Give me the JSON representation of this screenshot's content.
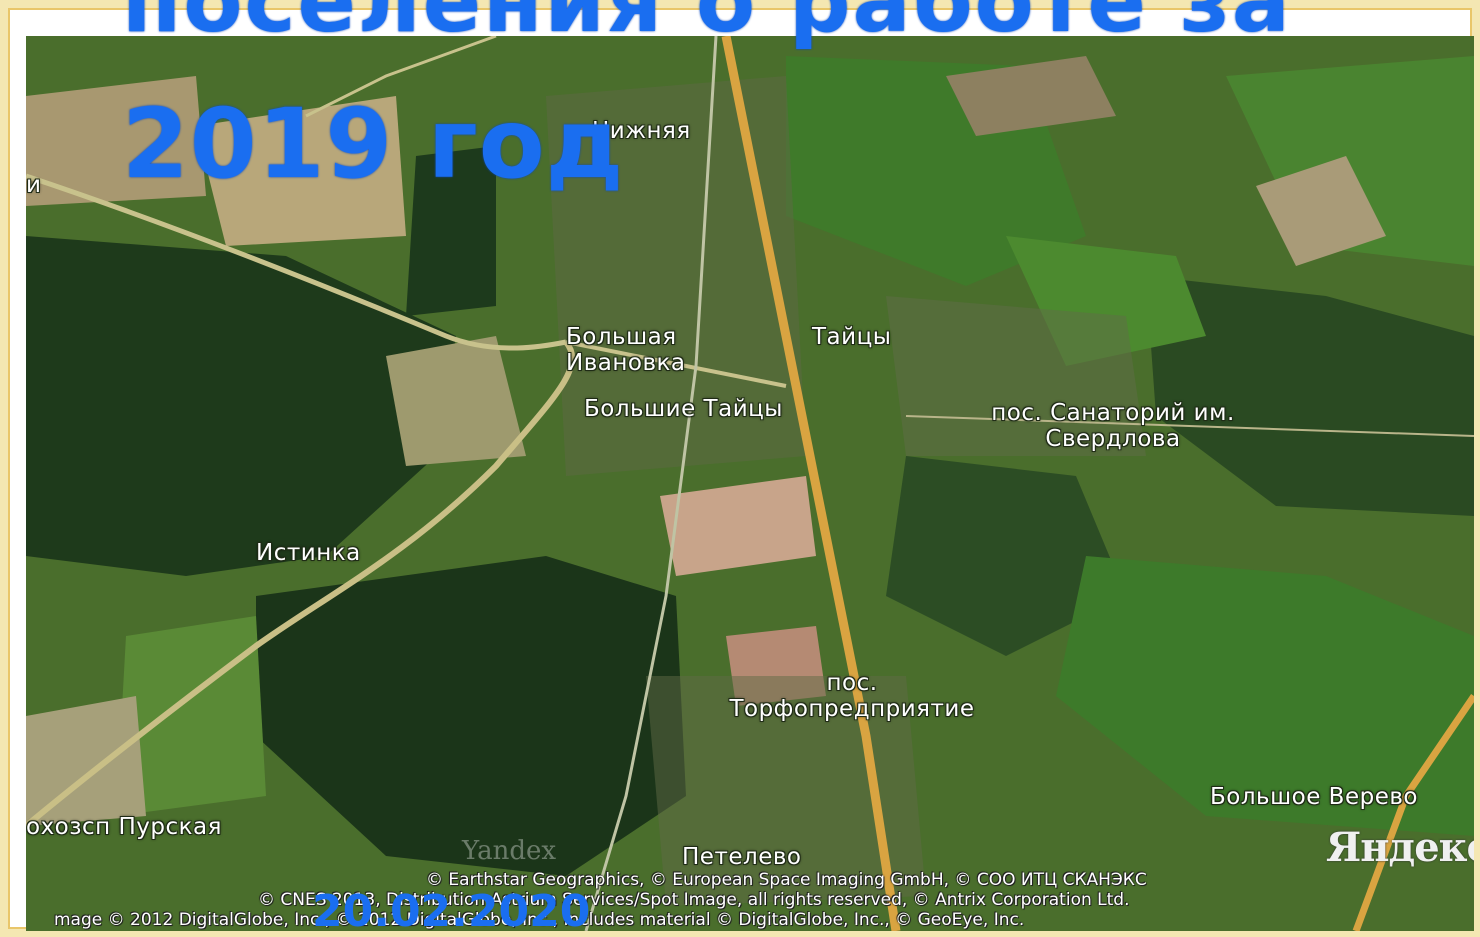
{
  "slide": {
    "title_line": "поселения о работе за",
    "title_year": "2019 год",
    "date": "20.02.2020"
  },
  "colors": {
    "title_blue": "#1a6ef0",
    "slide_background": "#f4e7b2",
    "frame_border": "#e9c66a",
    "highway": "#d9a441",
    "forest": "#1f3a1a",
    "field": "#4f7a2e"
  },
  "map": {
    "places": {
      "nizhnyaya": "Нижняя",
      "bolshaya_ivanovka": "Большая Ивановка",
      "taitsy": "Тайцы",
      "bolshie_taitsy": "Большие Тайцы",
      "sanatorium": "пос. Санаторий им. Свердлова",
      "istinka": "Истинка",
      "torfopredpriyatie": "пос. Торфопредприятие",
      "bolshoe_verevo": "Большое Верево",
      "purskaya": "охозсп Пурская",
      "petelevo": "Петелево",
      "edge_left": "и"
    },
    "attribution": {
      "line1": "© Earthstar Geographics, © European Space Imaging GmbH, © СОО ИТЦ СКАНЭКС",
      "line2": "© CNES 2013, Distribution Astrium Services/Spot Image, all rights reserved, © Antrix Corporation Ltd.",
      "line3": "mage © 2012 DigitalGlobe, Inc., © 2012 DigitalGlobe, Inc., Includes material © DigitalGlobe, Inc., © GeoEye, Inc."
    },
    "logo": "Яндекс",
    "watermark": "Yandex"
  }
}
